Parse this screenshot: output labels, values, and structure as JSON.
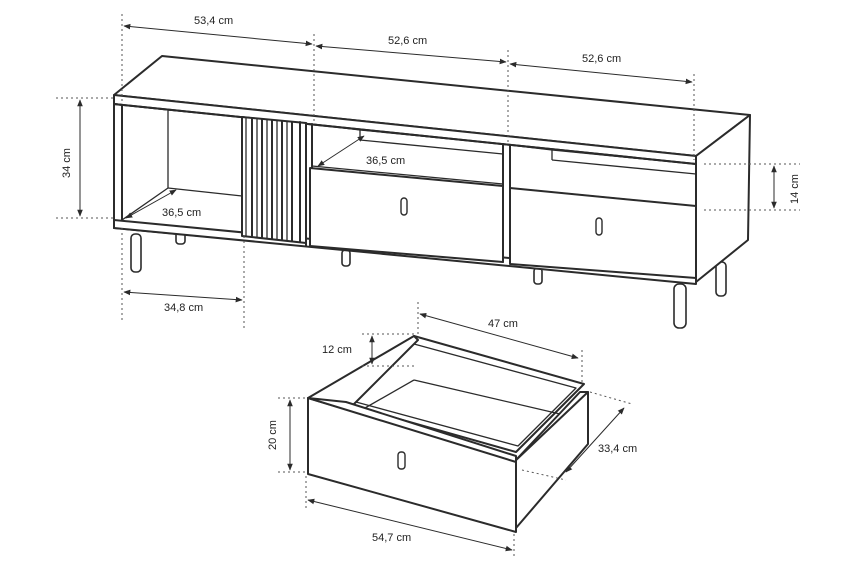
{
  "dimensions": {
    "top_left_width": "53,4 cm",
    "top_middle_width": "52,6 cm",
    "top_right_width": "52,6 cm",
    "total_height": "34 cm",
    "right_compartment_height": "14 cm",
    "inner_depth_middle": "36,5 cm",
    "inner_depth_left": "36,5 cm",
    "open_compartment_width": "34,8 cm",
    "drawer_inner_width": "47 cm",
    "drawer_inner_height": "12 cm",
    "drawer_front_height": "20 cm",
    "drawer_depth": "33,4 cm",
    "drawer_front_width": "54,7 cm"
  }
}
